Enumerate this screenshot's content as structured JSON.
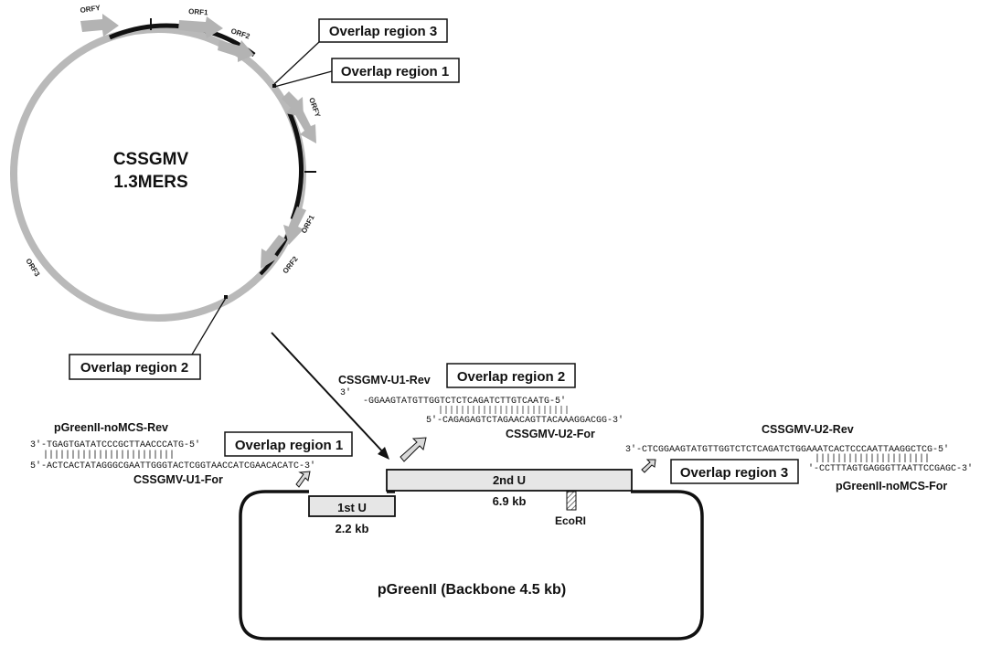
{
  "plasmid": {
    "name_line1": "CSSGMV",
    "name_line2": "1.3MERS",
    "orf_labels": [
      "ORFY",
      "ORF1",
      "ORF2",
      "ORFY",
      "ORF1",
      "ORF2",
      "ORF3"
    ]
  },
  "overlap_labels": {
    "region3_top": "Overlap region 3",
    "region1_top": "Overlap region 1",
    "region2_left": "Overlap region 2",
    "region2_mid": "Overlap region 2",
    "region1_mid": "Overlap region 1",
    "region3_right": "Overlap region 3"
  },
  "primers": {
    "u1_rev": {
      "name": "CSSGMV-U1-Rev",
      "prime3": "3′",
      "top_seq": "-GGAAGTATGTTGGTCTCTCAGATCTTGTCAATG-5′",
      "bottom_seq": "5′-CAGAGAGTCTAGAACAGTTACAAAGGACGG-3′",
      "bottom_name": "CSSGMV-U2-For"
    },
    "nomcs_rev": {
      "name": "pGreenII-noMCS-Rev",
      "top_seq": "3′-TGAGTGATATCCCGCTTAACCCATG-5′",
      "ticks": "||||||||||||||||||||||||",
      "bottom_seq": "5′-ACTCACTATAGGGCGAATTGGGTACTCGGTAACCATCGAACACATC-3′",
      "bottom_name": "CSSGMV-U1-For"
    },
    "u2_rev": {
      "name": "CSSGMV-U2-Rev",
      "top_seq": "3′-CTCGGAAGTATGTTGGTCTCTCAGATCTGGAAATCACTCCCAATTAAGGCTCG-5′",
      "ticks": "|||||||||||||||||||||",
      "bottom_seq": "′-CCTTTAGTGAGGGTTAATTCCGAGC-3′",
      "bottom_name": "pGreenII-noMCS-For"
    }
  },
  "vector": {
    "first_unit": "1st U",
    "first_size": "2.2 kb",
    "second_unit": "2nd U",
    "second_size": "6.9 kb",
    "site": "EcoRI",
    "backbone": "pGreenII (Backbone 4.5 kb)"
  },
  "colors": {
    "genome_gray": "#b9b9b9",
    "insert_fill": "#e6e6e6",
    "arrow_gray": "#b3b3b3",
    "line": "#111111"
  }
}
